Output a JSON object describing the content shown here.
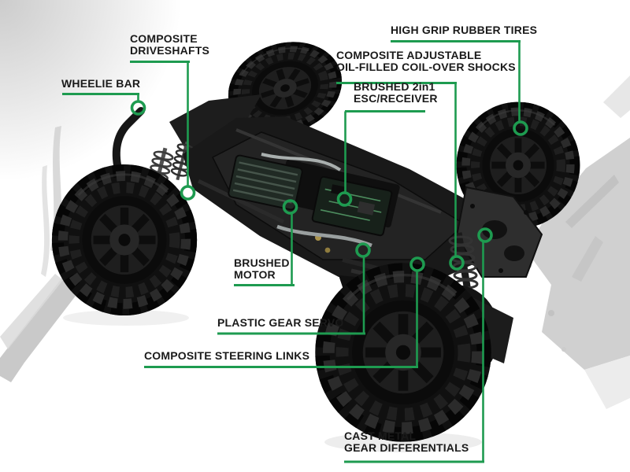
{
  "colors": {
    "accent_green": "#1e9b50",
    "label_text": "#1a1a1a",
    "background": "#ffffff",
    "truck_black": "#101010",
    "grunge_gray": "#cfcfcf"
  },
  "diagram": {
    "callouts": [
      {
        "id": "composite-driveshafts",
        "label": "COMPOSITE\nDRIVESHAFTS"
      },
      {
        "id": "wheelie-bar",
        "label": "WHEELIE BAR"
      },
      {
        "id": "high-grip-rubber-tires",
        "label": "HIGH GRIP RUBBER TIRES"
      },
      {
        "id": "composite-shocks",
        "label": "COMPOSITE ADJUSTABLE\nOIL-FILLED COIL-OVER SHOCKS"
      },
      {
        "id": "brushed-esc-receiver",
        "label": "BRUSHED 2in1\nESC/RECEIVER"
      },
      {
        "id": "brushed-motor",
        "label": "BRUSHED\nMOTOR"
      },
      {
        "id": "plastic-gear-servo",
        "label": "PLASTIC GEAR SERVO"
      },
      {
        "id": "composite-steering-links",
        "label": "COMPOSITE STEERING LINKS"
      },
      {
        "id": "cast-metal-gear-differentials",
        "label": "CAST METAL\nGEAR DIFFERENTIALS"
      }
    ]
  }
}
